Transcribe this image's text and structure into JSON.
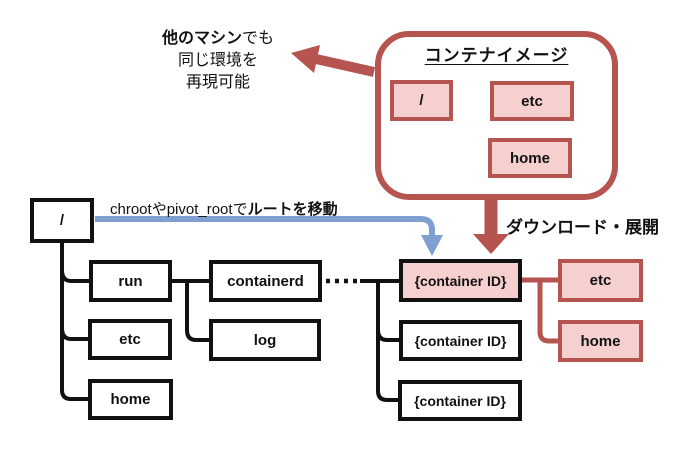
{
  "colors": {
    "red": "#b65450",
    "pink": "#f6d0cf",
    "blue": "#7f9fd1",
    "ink": "#111111"
  },
  "container_image": {
    "title": "コンテナイメージ",
    "nodes": {
      "root": "/",
      "etc": "etc",
      "home": "home"
    }
  },
  "labels": {
    "reproduce": {
      "line1_bold": "他のマシン",
      "line1_rest": "でも",
      "line2": "同じ環境を",
      "line3": "再現可能"
    },
    "chroot": {
      "prefix": "chrootやpivot_rootで",
      "emphasis": "ルートを移動"
    },
    "download": "ダウンロード・展開"
  },
  "host_tree": {
    "nodes": {
      "root": "/",
      "run": "run",
      "etc": "etc",
      "home": "home",
      "containerd": "containerd",
      "log": "log"
    }
  },
  "containers": {
    "items": [
      "{container ID}",
      "{container ID}",
      "{container ID}"
    ],
    "children": {
      "etc": "etc",
      "home": "home"
    }
  }
}
